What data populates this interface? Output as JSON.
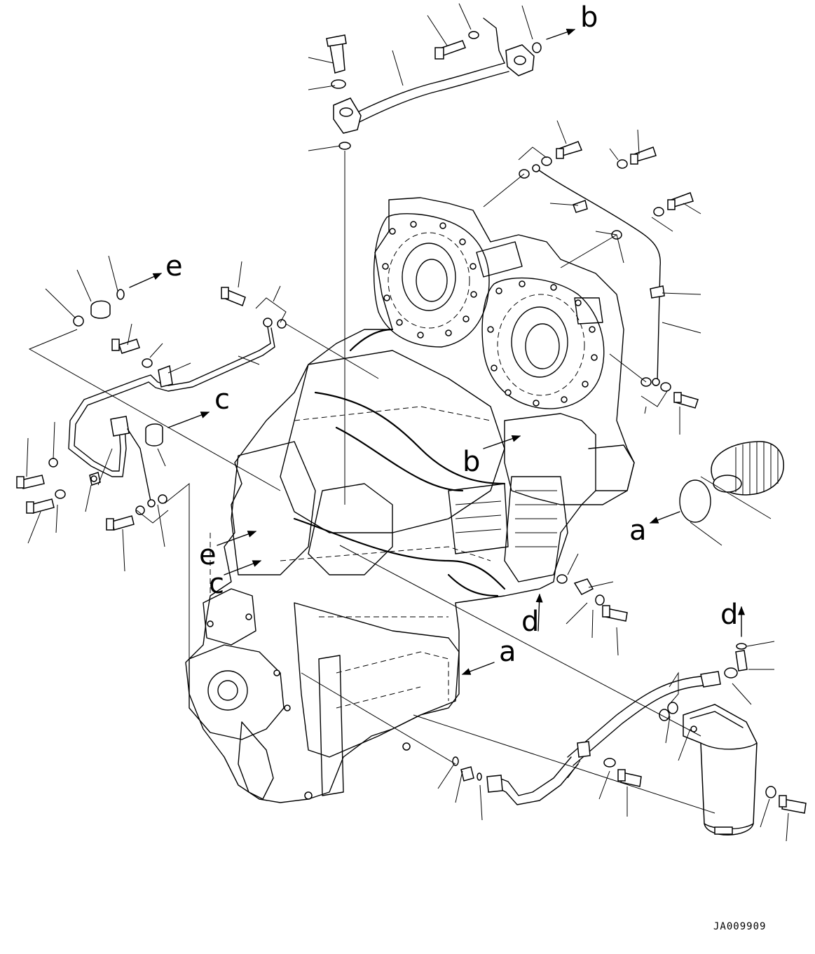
{
  "diagram": {
    "drawing_code": "JA009909",
    "callouts": [
      {
        "id": "a",
        "text": "a"
      },
      {
        "id": "b",
        "text": "b"
      },
      {
        "id": "c",
        "text": "c"
      },
      {
        "id": "d",
        "text": "d"
      },
      {
        "id": "e",
        "text": "e"
      }
    ]
  }
}
